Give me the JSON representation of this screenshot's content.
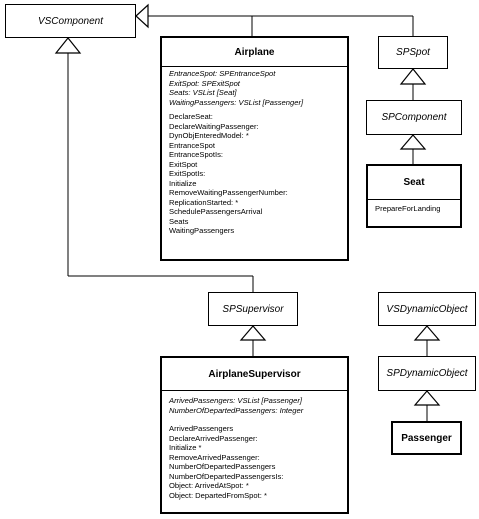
{
  "classes": {
    "vscomponent": {
      "name": "VSComponent"
    },
    "airplane": {
      "name": "Airplane",
      "attributes": [
        "EntranceSpot: SPEntranceSpot",
        "ExitSpot: SPExitSpot",
        "Seats: VSList [Seat]",
        "WaitingPassengers: VSList [Passenger]"
      ],
      "operations": [
        "DeclareSeat:",
        "DeclareWaitingPassenger:",
        "DynObjEnteredModel: *",
        "EntranceSpot",
        "EntranceSpotIs:",
        "ExitSpot",
        "ExitSpotIs:",
        "Initialize",
        "RemoveWaitingPassengerNumber:",
        "ReplicationStarted: *",
        "SchedulePassengersArrival",
        "Seats",
        "WaitingPassengers"
      ]
    },
    "spspot": {
      "name": "SPSpot"
    },
    "spcomponent": {
      "name": "SPComponent"
    },
    "seat": {
      "name": "Seat",
      "operations": [
        "PrepareForLanding"
      ]
    },
    "spsupervisor": {
      "name": "SPSupervisor"
    },
    "vsdynamicobject": {
      "name": "VSDynamicObject"
    },
    "spdynamicobject": {
      "name": "SPDynamicObject"
    },
    "passenger": {
      "name": "Passenger"
    },
    "airplanesupervisor": {
      "name": "AirplaneSupervisor",
      "attributes": [
        "ArrivedPassengers: VSList [Passenger]",
        "NumberOfDepartedPassengers: Integer"
      ],
      "operations": [
        "ArrivedPassengers",
        "DeclareArrivedPassenger:",
        "Initialize *",
        "RemoveArrivedPassenger:",
        "NumberOfDepartedPassengers",
        "NumberOfDepartedPassengersIs:",
        "Object: ArrivedAtSpot: *",
        "Object: DepartedFromSpot: *"
      ]
    }
  }
}
